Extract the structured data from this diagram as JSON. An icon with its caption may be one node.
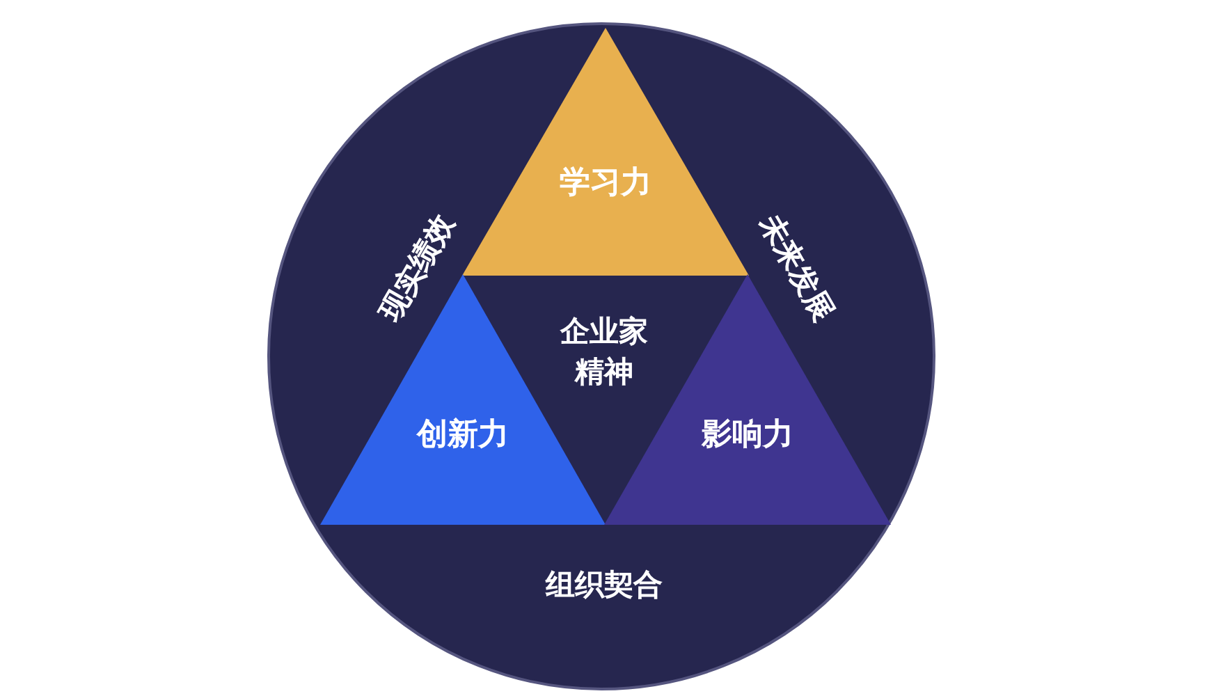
{
  "diagram": {
    "nodes": [
      {
        "text": [],
        "shape": "circle"
      },
      {
        "text": [
          "学习力"
        ],
        "in": 0
      },
      {
        "text": [
          "创新力"
        ],
        "in": 0
      },
      {
        "text": [
          "影响力"
        ],
        "in": 0
      },
      {
        "text": [
          "企业家精神"
        ],
        "in": 0
      }
    ],
    "labels": [
      "现实绩效",
      "未来发展",
      "组织契合"
    ]
  }
}
